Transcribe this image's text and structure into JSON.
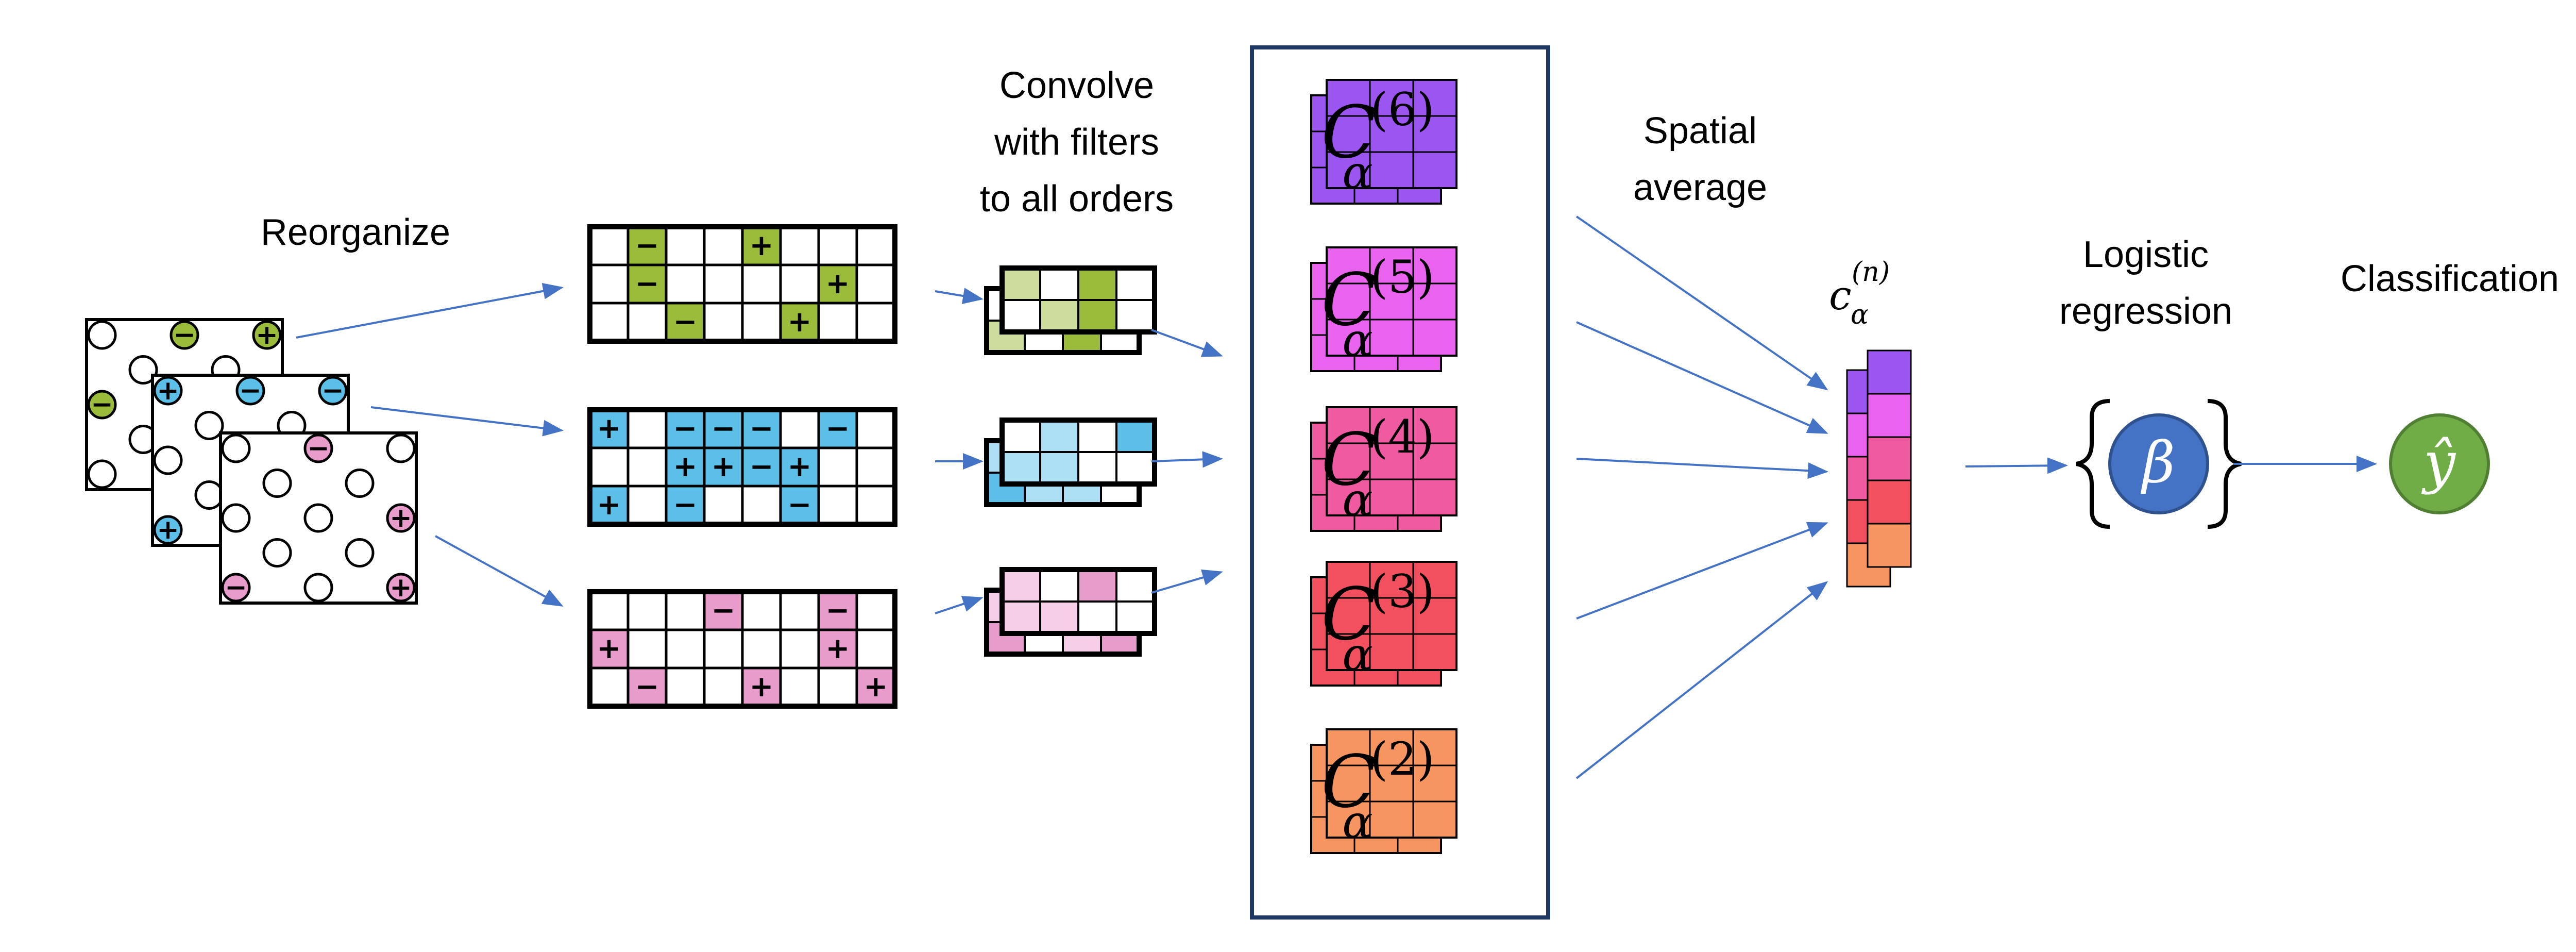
{
  "labels": {
    "reorganize": "Reorganize",
    "convolve": [
      "Convolve",
      "with filters",
      "to all orders"
    ],
    "spatial_average": [
      "Spatial",
      "average"
    ],
    "logistic_regression": [
      "Logistic",
      "regression"
    ],
    "classification": "Classification"
  },
  "math": {
    "correlator_base": "C",
    "correlator_sub": "α",
    "orders": [
      "(6)",
      "(5)",
      "(4)",
      "(3)",
      "(2)"
    ],
    "avg_base": "c",
    "avg_sub": "α",
    "avg_sup": "(n)",
    "beta": "β",
    "yhat": "ŷ"
  },
  "signs": {
    "plus": "+",
    "minus": "−"
  },
  "colors": {
    "green": "#9bbb3b",
    "blue": "#5bbfe8",
    "pink": "#e89ccc",
    "order6": "#9b55f0",
    "order5": "#ea63ee",
    "order4": "#ef5aa0",
    "order3": "#f2505f",
    "order2": "#f69560",
    "arrow": "#4472c4",
    "beta_circle": "#4472c4",
    "yhat_circle": "#70ad47",
    "box": "#1f3864"
  }
}
